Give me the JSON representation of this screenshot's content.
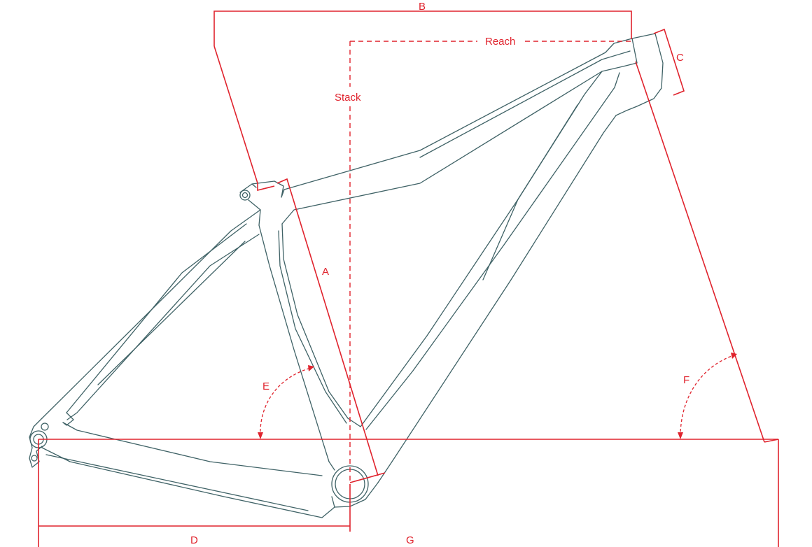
{
  "colors": {
    "dimension": "#e0232d",
    "frame": "#3f6266",
    "background": "#ffffff"
  },
  "labels": {
    "a": "A",
    "b": "B",
    "c": "C",
    "d": "D",
    "e": "E",
    "f": "F",
    "g": "G",
    "reach": "Reach",
    "stack": "Stack"
  }
}
